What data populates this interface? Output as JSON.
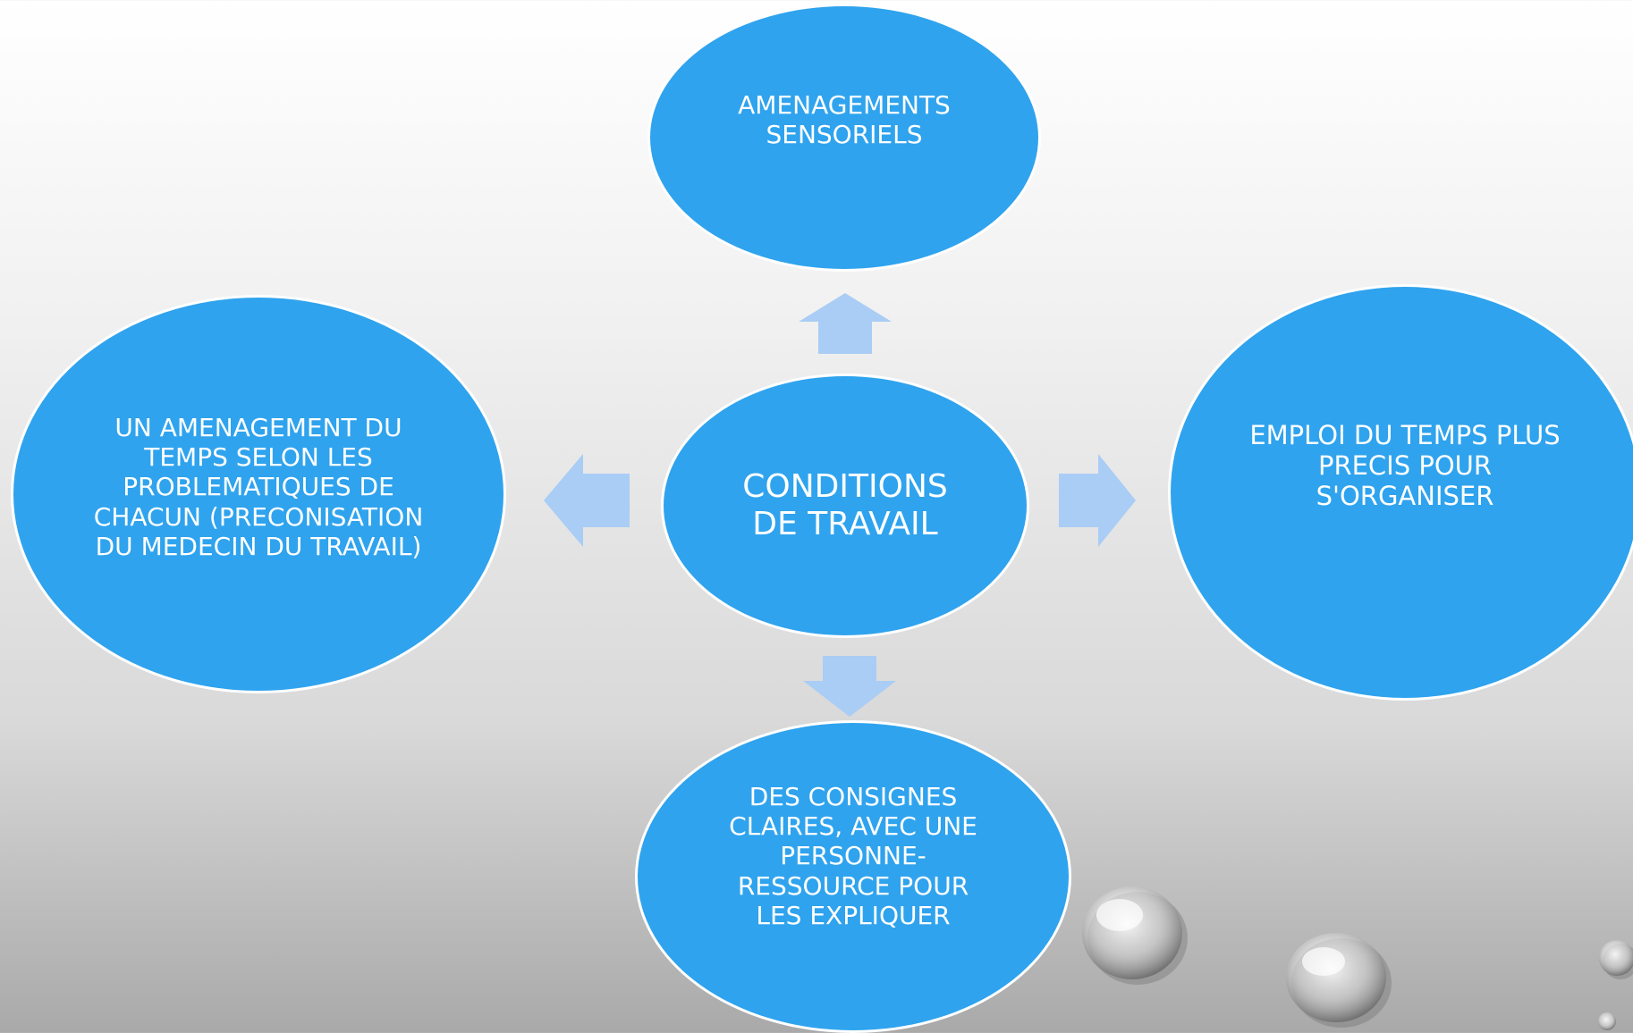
{
  "diagram": {
    "center": {
      "label": "CONDITIONS DE TRAVAIL"
    },
    "nodes": {
      "top": {
        "label": "AMENAGEMENTS SENSORIELS"
      },
      "right": {
        "label": "EMPLOI DU TEMPS PLUS PRECIS POUR S'ORGANISER"
      },
      "bottom": {
        "label": "DES CONSIGNES CLAIRES, AVEC UNE PERSONNE-RESSOURCE POUR LES EXPLIQUER"
      },
      "left": {
        "label": "UN AMENAGEMENT DU TEMPS SELON LES PROBLEMATIQUES DE CHACUN (PRECONISATION DU MEDECIN DU TRAVAIL)"
      }
    }
  },
  "colors": {
    "node_fill": "#2fa3ee",
    "node_border": "#ffffff",
    "arrow_fill": "#a9cdf5",
    "text": "#ffffff"
  },
  "decorations": [
    "water-drop-large",
    "water-drop-medium",
    "water-drop-small"
  ]
}
